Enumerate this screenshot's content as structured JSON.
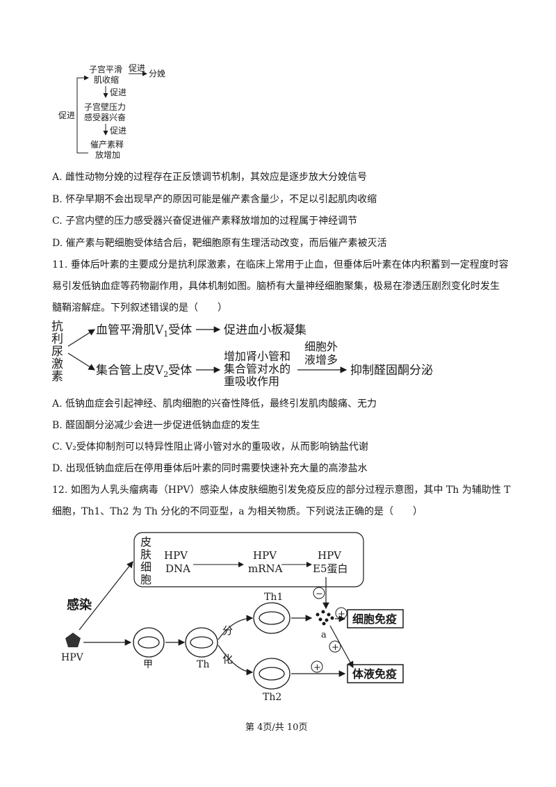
{
  "figure1": {
    "box1": [
      "子宫平滑",
      "肌收缩"
    ],
    "arrow_right": "促进",
    "result": "分娩",
    "arrow1": "促进",
    "box2": [
      "子宫壁压力",
      "感受器兴奋"
    ],
    "arrow2": "促进",
    "box3": [
      "催产素释",
      "放增加"
    ],
    "feedback": "促进"
  },
  "q10_options": [
    "A. 雌性动物分娩的过程存在正反馈调节机制，其效应是逐步放大分娩信号",
    "B. 怀孕早期不会出现早产的原因可能是催产素含量少，不足以引起肌肉收缩",
    "C. 子宫内壁的压力感受器兴奋促进催产素释放增加的过程属于神经调节",
    "D. 催产素与靶细胞受体结合后，靶细胞原有生理活动改变，而后催产素被灭活"
  ],
  "q11": {
    "stem_lines": [
      "11. 垂体后叶素的主要成分是抗利尿激素，在临床上常用于止血，但垂体后叶素在体内积蓄到一定程度时容",
      "易引发低钠血症等药物副作用，具体机制如图。脑桥有大量神经细胞聚集，极易在渗透压剧烈变化时发生",
      "髓鞘溶解症。下列叙述错误的是（　　）"
    ],
    "figure": {
      "source": [
        "抗",
        "利",
        "尿",
        "激",
        "素"
      ],
      "v1_receptor": "血管平滑肌V",
      "v1_sub": "1",
      "v1_suffix": "受体",
      "v1_effect": "促进血小板凝集",
      "v2_receptor": "集合管上皮V",
      "v2_sub": "2",
      "v2_suffix": "受体",
      "v2_effect": [
        "增加肾小管和",
        "集合管对水的",
        "重吸收作用"
      ],
      "mid_label": [
        "细胞外",
        "液增多"
      ],
      "final": "抑制醛固酮分泌"
    },
    "options": [
      "A. 低钠血症会引起神经、肌肉细胞的兴奋性降低，最终引发肌肉酸痛、无力",
      "B. 醛固酮分泌减少会进一步促进低钠血症的发生",
      "C. V₂受体抑制剂可以特异性阻止肾小管对水的重吸收，从而影响钠盐代谢",
      "D. 出现低钠血症后在停用垂体后叶素的同时需要快速补充大量的高渗盐水"
    ]
  },
  "q12": {
    "stem_lines": [
      "12. 如图为人乳头瘤病毒（HPV）感染人体皮肤细胞引发免疫反应的部分过程示意图，其中 Th 为辅助性 T",
      "细胞，Th1、Th2 为 Th 分化的不同亚型，a 为相关物质。下列说法正确的是（　　）"
    ],
    "figure": {
      "cell_label": [
        "皮",
        "肤",
        "细",
        "胞"
      ],
      "dna": [
        "HPV",
        "DNA"
      ],
      "mrna": [
        "HPV",
        "mRNA"
      ],
      "protein": [
        "HPV",
        "E5蛋白"
      ],
      "infect": "感染",
      "hpv": "HPV",
      "jia": "甲",
      "th": "Th",
      "fen": "分",
      "hua": "化",
      "th1": "Th1",
      "th2": "Th2",
      "a": "a",
      "minus": "−",
      "plus": "+",
      "cell_immunity": "细胞免疫",
      "humoral_immunity": "体液免疫"
    }
  },
  "footer": "第 4页/共 10页"
}
